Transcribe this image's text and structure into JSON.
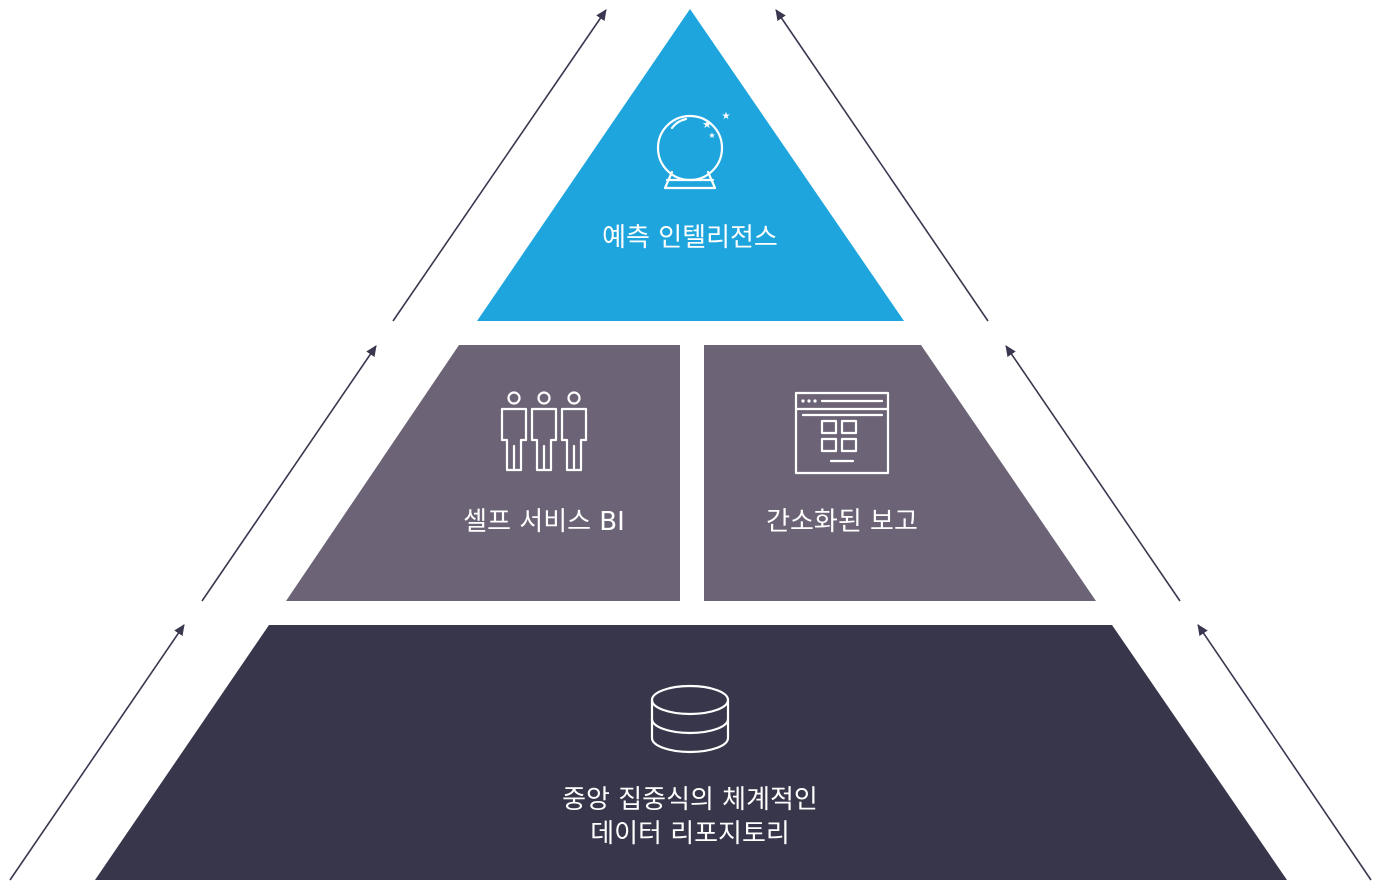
{
  "tiers": {
    "top": {
      "label": "예측 인텔리전스",
      "icon": "crystal-ball-icon",
      "color": "#1fa5dd"
    },
    "middle_left": {
      "label": "셀프 서비스 BI",
      "icon": "people-group-icon",
      "color": "#6c6476"
    },
    "middle_right": {
      "label": "간소화된 보고",
      "icon": "dashboard-report-icon",
      "color": "#6c6476"
    },
    "bottom": {
      "line1": "중앙 집중식의 체계적인",
      "line2": "데이터 리포지토리",
      "icon": "database-icon",
      "color": "#38364b"
    }
  },
  "arrows": {
    "icon": "arrow-up-icon",
    "color": "#3a3850"
  }
}
